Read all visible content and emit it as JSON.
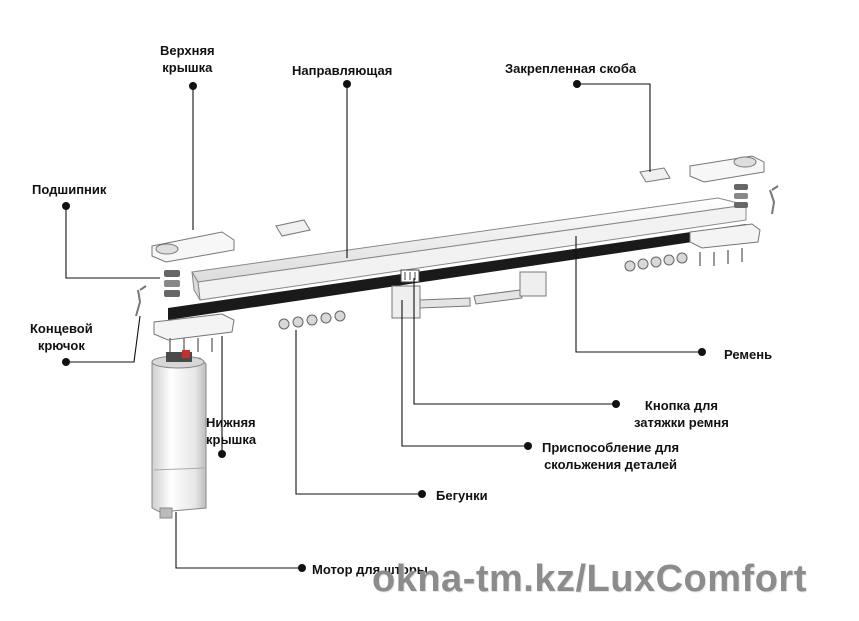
{
  "labels": {
    "top_cover": [
      "Верхняя",
      "крышка"
    ],
    "guide_rail": "Направляющая",
    "fixed_bracket": "Закрепленная скоба",
    "bearing": "Подшипник",
    "end_hook": [
      "Концевой",
      "крючок"
    ],
    "bottom_cover": [
      "Нижняя",
      "крышка"
    ],
    "belt": "Ремень",
    "belt_tension_button": [
      "Кнопка для",
      "затяжки ремня"
    ],
    "sliding_device": [
      "Приспособление для",
      "скольжения деталей"
    ],
    "runners": "Бегунки",
    "curtain_motor": "Мотор для шторы"
  },
  "watermark": "okna-tm.kz/LuxComfort",
  "colors": {
    "line": "#111111",
    "rail": "#f4f4f4",
    "belt": "#1a1a1a",
    "watermark": "#8c8c8c"
  }
}
